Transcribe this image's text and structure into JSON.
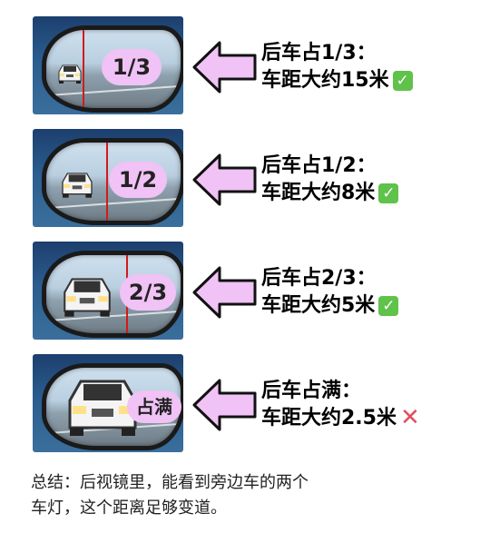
{
  "rows": [
    {
      "fraction": "1/3",
      "line1": "后车占1/3：",
      "line2": "车距大约15米",
      "mark": "check"
    },
    {
      "fraction": "1/2",
      "line1": "后车占1/2：",
      "line2": "车距大约8米",
      "mark": "check"
    },
    {
      "fraction": "2/3",
      "line1": "后车占2/3：",
      "line2": "车距大约5米",
      "mark": "check"
    },
    {
      "fraction": "占满",
      "line1": "后车占满：",
      "line2": "车距大约2.5米",
      "mark": "cross"
    }
  ],
  "marks": {
    "check": "✓",
    "cross": "✕"
  },
  "summary": {
    "line1": "总结：后视镜里，能看到旁边车的两个",
    "line2": "车灯，这个距离足够变道。"
  },
  "colors": {
    "arrow_fill": "#f0c2f5",
    "arrow_stroke": "#111111",
    "check_bg": "#5fc24a",
    "cross": "#e0505f",
    "measure_line": "#d11a1a"
  }
}
